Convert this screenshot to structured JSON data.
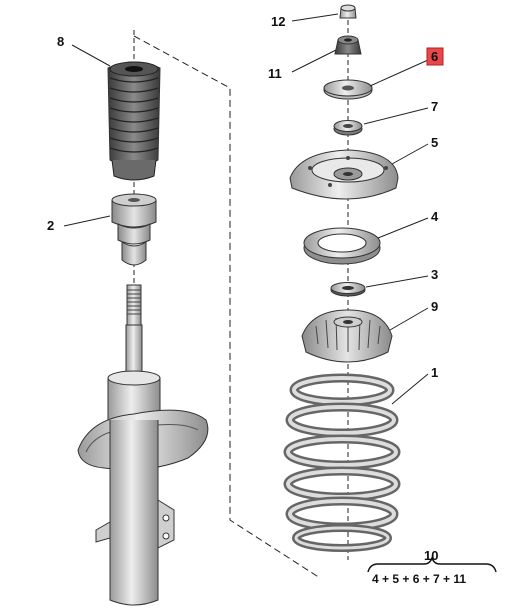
{
  "callouts": {
    "c1": "1",
    "c2": "2",
    "c3": "3",
    "c4": "4",
    "c5": "5",
    "c6": "6",
    "c7": "7",
    "c8": "8",
    "c9": "9",
    "c10": "10",
    "c11": "11",
    "c12": "12"
  },
  "formula": "4 + 5 + 6 + 7 + 11",
  "colors": {
    "highlight_fill": "#e8474b",
    "highlight_border": "#b02020",
    "part_fill": "#d9d9d9",
    "part_dark": "#7a7a7a"
  }
}
